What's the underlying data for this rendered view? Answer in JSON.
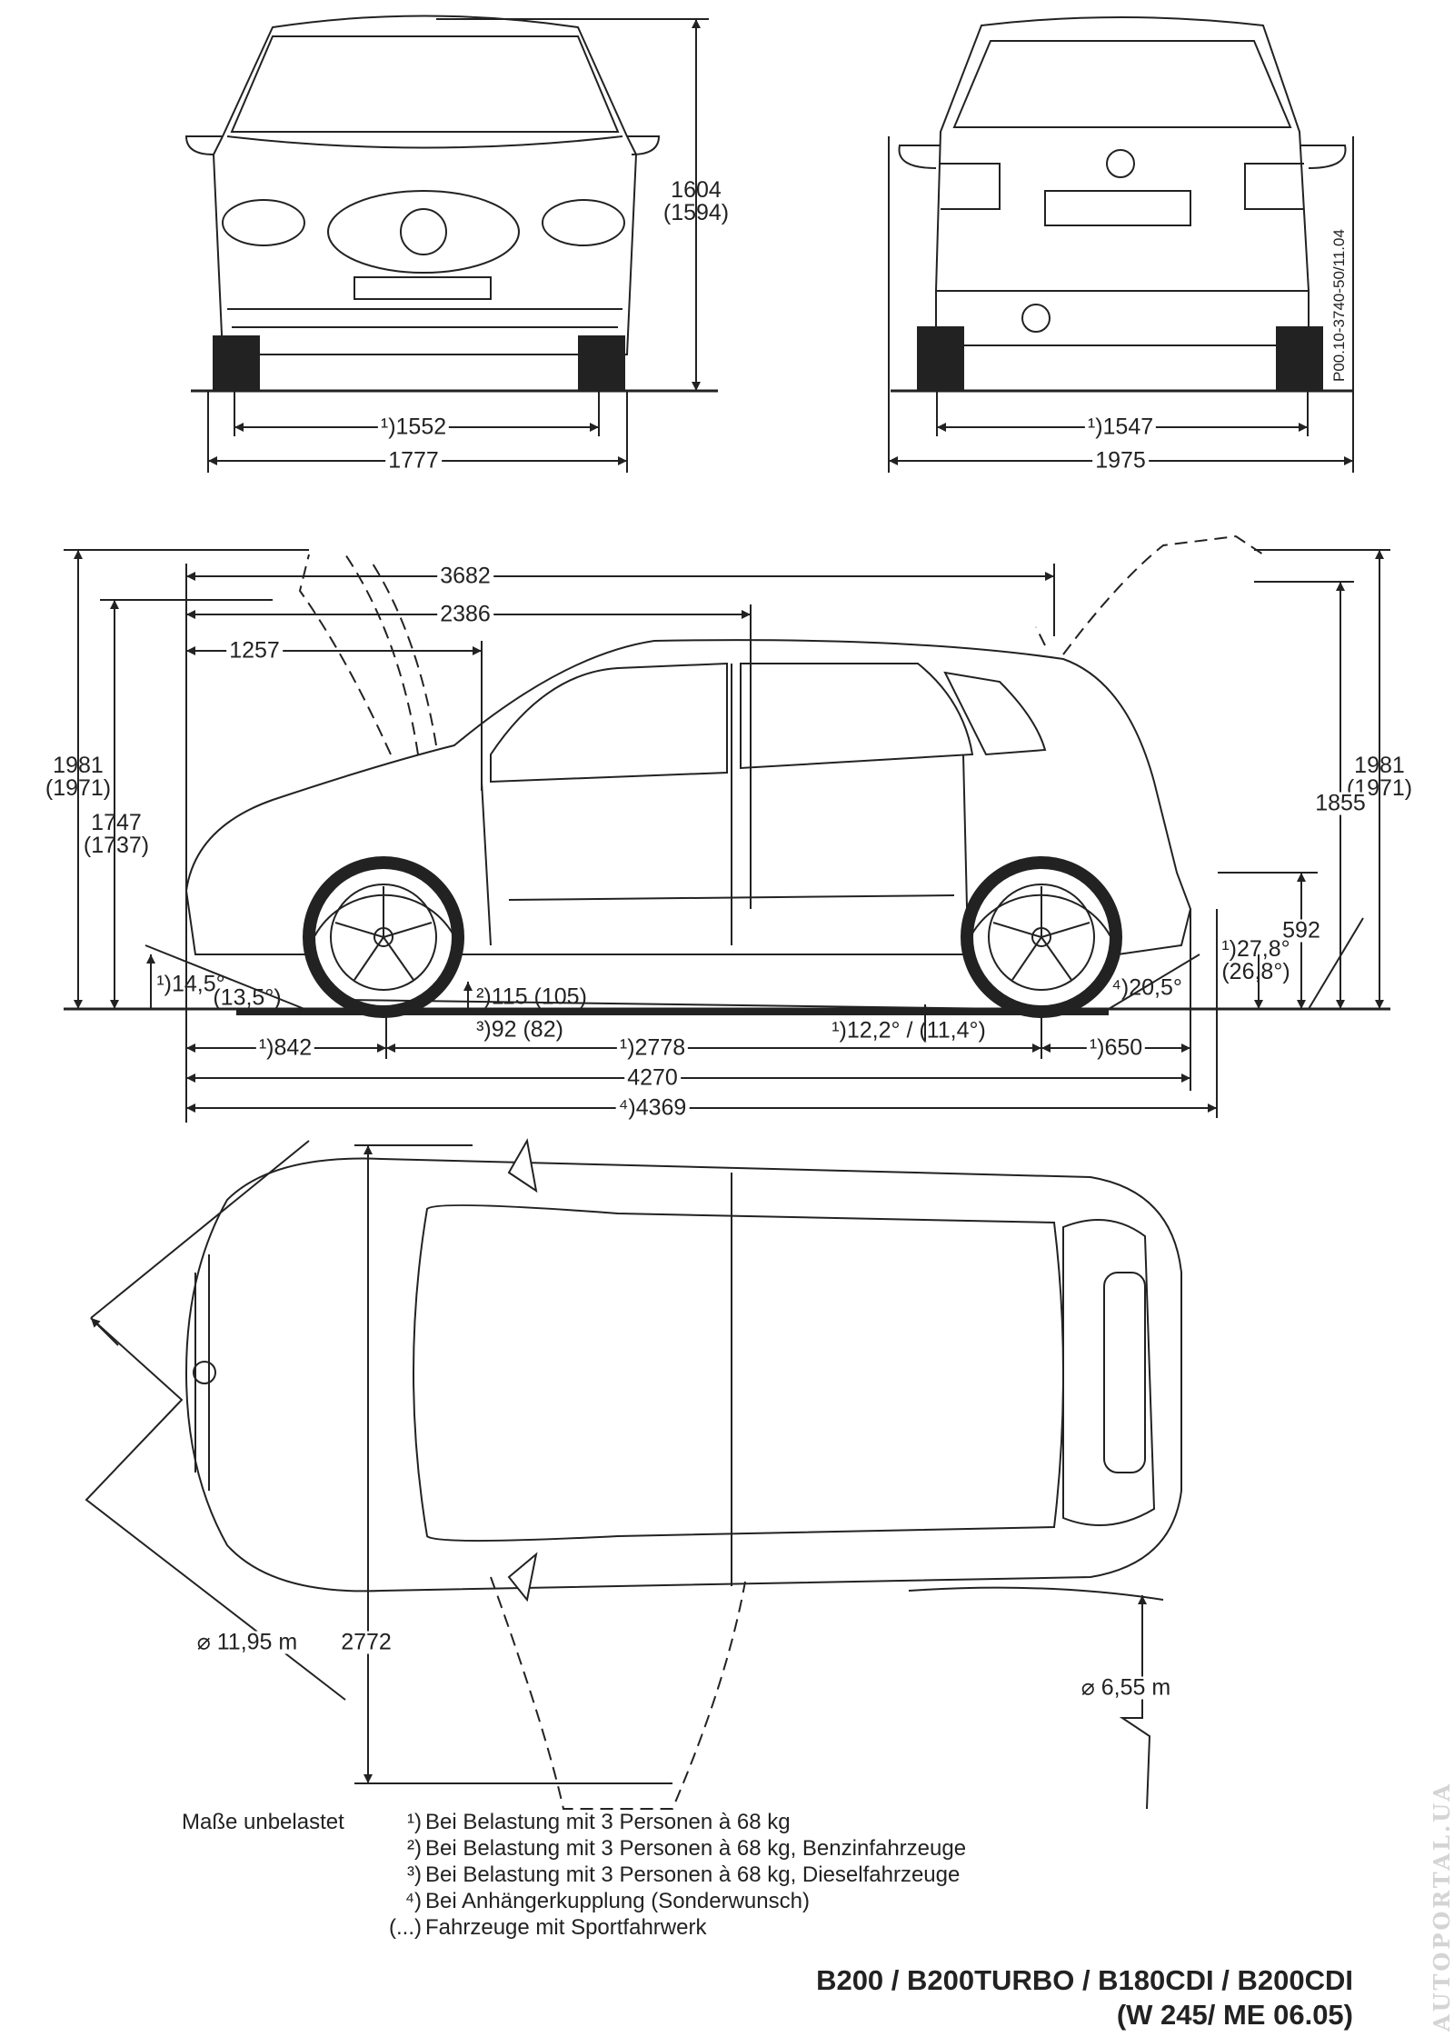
{
  "front_view": {
    "track": "¹)1552",
    "width": "1777",
    "height": "1604",
    "height_sport": "(1594)"
  },
  "rear_view": {
    "track": "¹)1547",
    "width_mirrors": "1975",
    "drawing_code": "P00.10-3740-50/11.04"
  },
  "side_view": {
    "hood_open_length": "3682",
    "dim_2386": "2386",
    "dim_1257": "1257",
    "left_height_open": "1981",
    "left_height_open_sport": "(1971)",
    "left_height_hatch": "1747",
    "left_height_hatch_sport": "(1737)",
    "right_height_open": "1981",
    "right_height_open_sport": "(1971)",
    "right_height_1855": "1855",
    "right_height_592": "592",
    "approach_angle": "¹)14,5°",
    "approach_angle_sport": "(13,5°)",
    "ground_clearance": "²)115 (105)",
    "ground_clearance_diesel": "³)92 (82)",
    "ramp_angle": "¹)12,2° / (11,4°)",
    "departure_angle_tow": "⁴)20,5°",
    "departure_angle": "¹)27,8°",
    "departure_angle_sport": "(26,8°)",
    "front_overhang": "¹)842",
    "wheelbase": "¹)2778",
    "rear_overhang": "¹)650",
    "length": "4270",
    "length_tow": "⁴)4369"
  },
  "top_view": {
    "turning_circle": "⌀ 11,95 m",
    "width_doors_open": "2772",
    "turning_circle_small": "⌀ 6,55 m"
  },
  "notes": {
    "header": "Maße unbelastet",
    "items": [
      {
        "mark": "¹)",
        "text": "Bei Belastung mit 3 Personen à 68 kg"
      },
      {
        "mark": "²)",
        "text": "Bei Belastung mit 3 Personen à 68 kg, Benzinfahrzeuge"
      },
      {
        "mark": "³)",
        "text": "Bei Belastung mit 3 Personen à 68 kg, Dieselfahrzeuge"
      },
      {
        "mark": "⁴)",
        "text": "Bei Anhängerkupplung (Sonderwunsch)"
      },
      {
        "mark": "(...)",
        "text": "Fahrzeuge mit Sportfahrwerk"
      }
    ]
  },
  "title": {
    "models": "B200 / B200TURBO / B180CDI / B200CDI",
    "code": "(W 245/ ME 06.05)"
  },
  "watermark": "AUTOPORTAL.UA",
  "colors": {
    "line": "#222222",
    "watermark": "#d4d4d4"
  }
}
